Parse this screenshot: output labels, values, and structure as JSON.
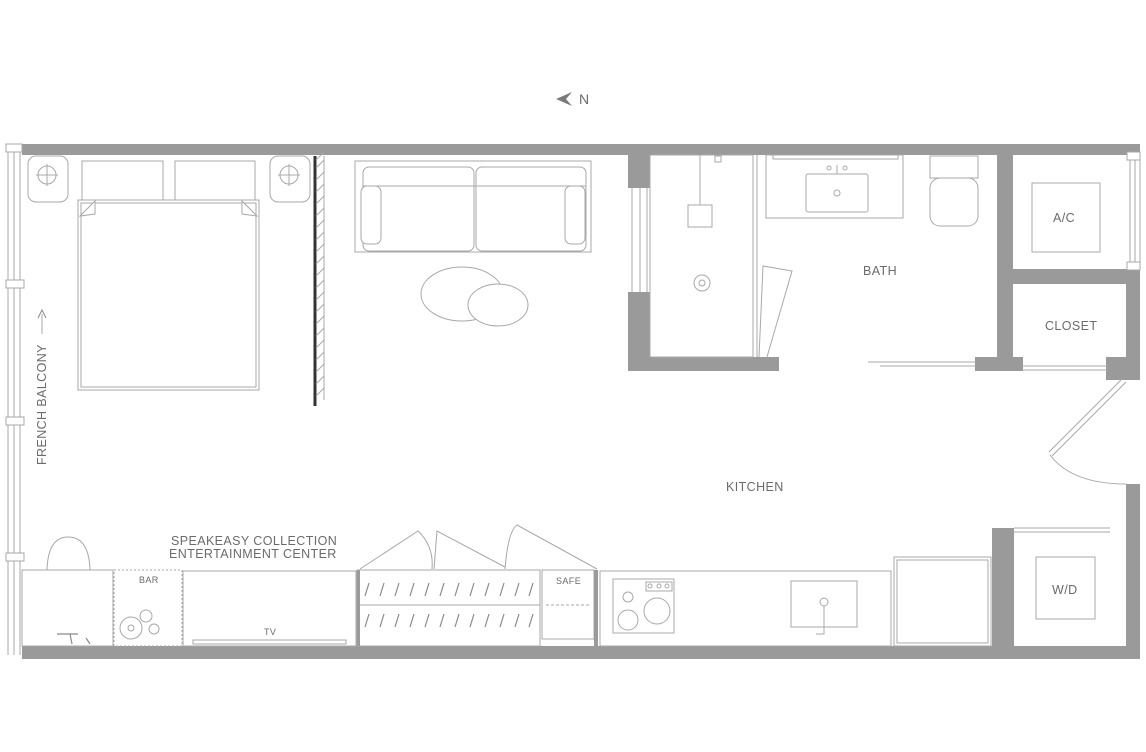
{
  "compass": {
    "label": "N",
    "icon": "north-arrow-icon"
  },
  "rooms": {
    "bath": "BATH",
    "ac": "A/C",
    "closet": "CLOSET",
    "kitchen": "KITCHEN",
    "wd": "W/D"
  },
  "features": {
    "french_balcony": "FRENCH BALCONY",
    "speakeasy_line1": "SPEAKEASY COLLECTION",
    "speakeasy_line2": "ENTERTAINMENT CENTER",
    "bar": "BAR",
    "tv": "TV",
    "safe": "SAFE"
  },
  "colors": {
    "wall": "#9a9a9a",
    "line": "#a8a8a8",
    "text": "#6b6b6b",
    "background": "#ffffff"
  }
}
